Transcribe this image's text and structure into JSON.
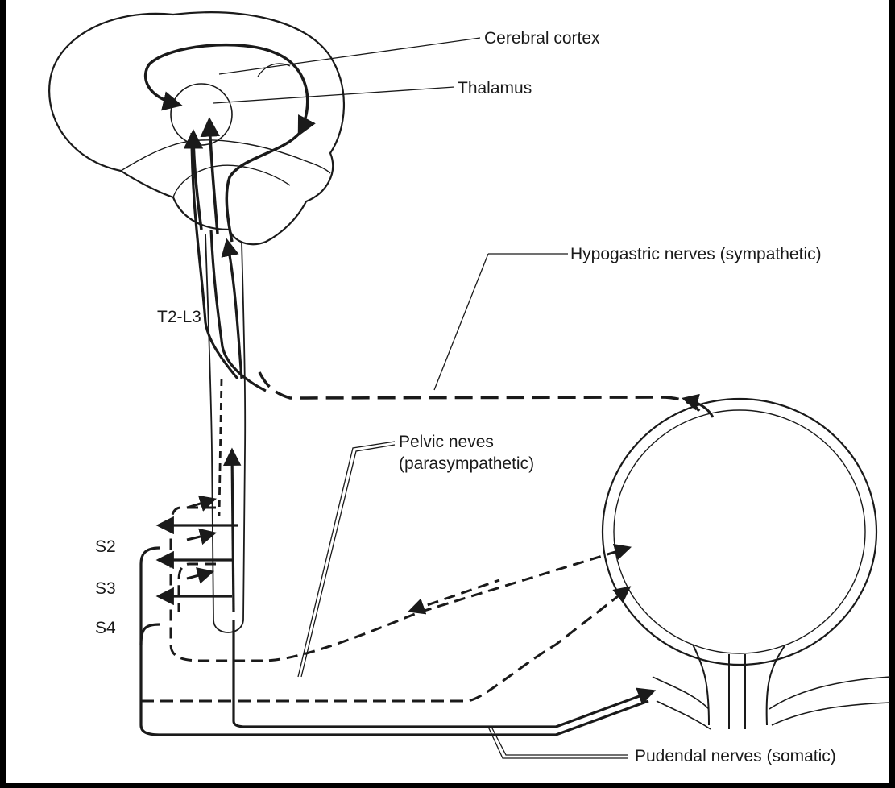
{
  "labels": {
    "cerebral_cortex": "Cerebral cortex",
    "thalamus": "Thalamus",
    "hypogastric": "Hypogastric nerves (sympathetic)",
    "t2_l3": "T2-L3",
    "pelvic_line1": "Pelvic neves",
    "pelvic_line2": "(parasympathetic)",
    "s2": "S2",
    "s3": "S3",
    "s4": "S4",
    "pudendal": "Pudendal nerves (somatic)"
  },
  "colors": {
    "ink": "#1a1a1a",
    "background": "#ffffff",
    "border": "#000000"
  }
}
